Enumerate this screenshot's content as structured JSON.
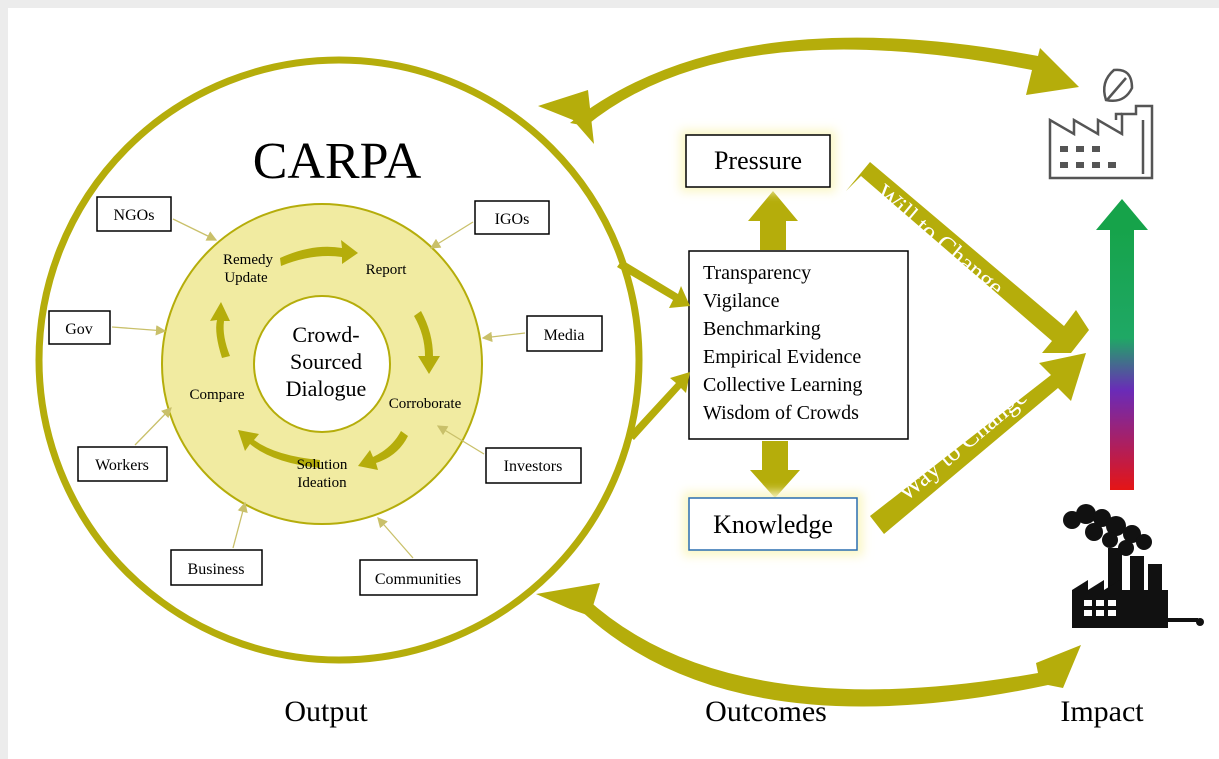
{
  "title": "CARPA",
  "center": {
    "line1": "Crowd-",
    "line2": "Sourced",
    "line3": "Dialogue"
  },
  "cycle": {
    "remedy_line1": "Remedy",
    "remedy_line2": "Update",
    "report": "Report",
    "corroborate": "Corroborate",
    "solution_line1": "Solution",
    "solution_line2": "Ideation",
    "compare": "Compare"
  },
  "stakeholders": {
    "ngos": "NGOs",
    "igos": "IGOs",
    "gov": "Gov",
    "media": "Media",
    "workers": "Workers",
    "investors": "Investors",
    "business": "Business",
    "communities": "Communities"
  },
  "outcomes": {
    "items": [
      "Transparency",
      "Vigilance",
      "Benchmarking",
      "Empirical Evidence",
      "Collective Learning",
      "Wisdom of Crowds"
    ],
    "pressure": "Pressure",
    "knowledge": "Knowledge",
    "will": "Will to Change",
    "way": "Way to Change"
  },
  "footer": {
    "output": "Output",
    "outcomes": "Outcomes",
    "impact": "Impact"
  },
  "colors": {
    "olive": "#b5ad0b",
    "light_fill": "#f1eba1",
    "glow": "#fbf7c6",
    "gradient": [
      "#16a34a",
      "#7a1fa8",
      "#e51515"
    ]
  },
  "icons": [
    "green-factory-icon",
    "polluting-factory-icon"
  ]
}
